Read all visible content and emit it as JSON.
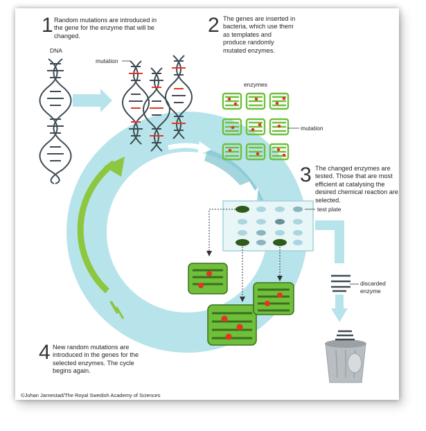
{
  "steps": [
    {
      "number": "1",
      "text": "Random mutations are introduced in the gene for the enzyme that will be changed."
    },
    {
      "number": "2",
      "text": "The genes are inserted in bacteria, which use them as templates and produce randomly mutated enzymes."
    },
    {
      "number": "3",
      "text": "The changed enzymes are tested. Those that are most efficient at catalysing the desired chemical reaction are selected."
    },
    {
      "number": "4",
      "text": "New random mutations are introduced in the genes for the selected enzymes. The cycle begins again."
    }
  ],
  "labels": {
    "dna": "DNA",
    "mutation_dna": "mutation",
    "enzymes": "enzymes",
    "mutation_enzyme": "mutation",
    "test_plate": "test plate",
    "discarded_enzyme": "discarded enzyme"
  },
  "credit": "©Johan Jarnestad/The Royal Swedish Academy of Sciences",
  "colors": {
    "cycle": "#b7e4ea",
    "cycle_dark": "#5fb0bf",
    "arrow_green": "#8dc63f",
    "dna_dark": "#3d4a52",
    "mutation_red": "#e63323",
    "enzyme_green": "#6fbf3a",
    "enzyme_dark": "#3b6e1f",
    "bin_grey": "#b9bec2"
  }
}
